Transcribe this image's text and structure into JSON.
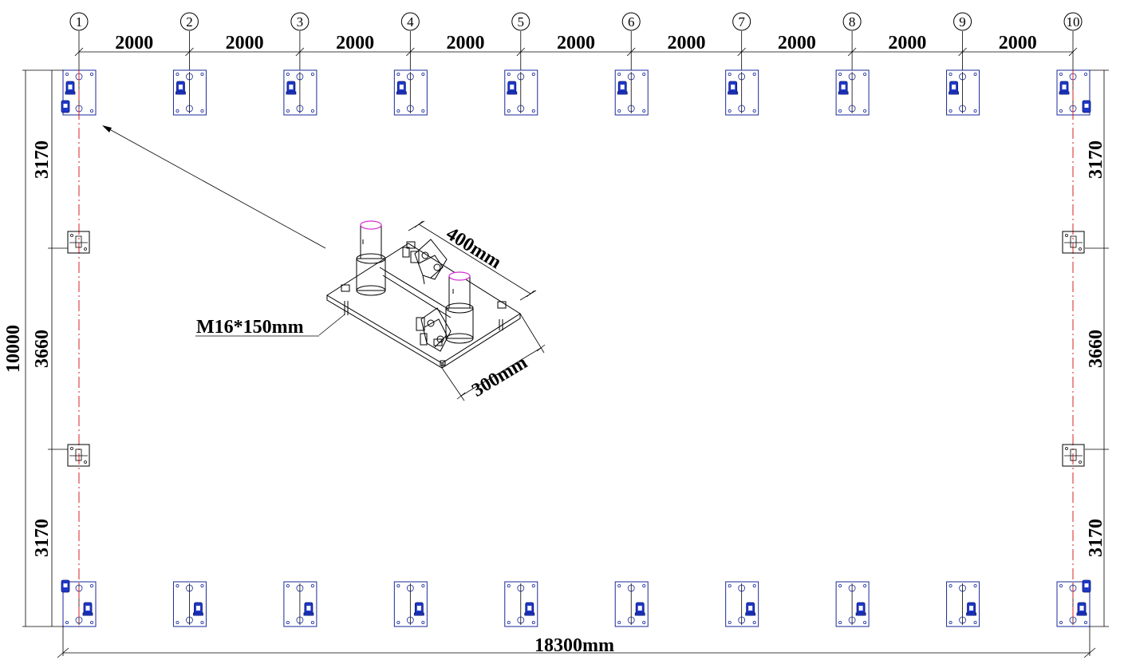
{
  "grid": {
    "labels": [
      "1",
      "2",
      "3",
      "4",
      "5",
      "6",
      "7",
      "8",
      "9",
      "10"
    ]
  },
  "dimensions": {
    "spacing_label": "2000",
    "total_width_label": "18300mm",
    "total_height_label": "10000",
    "side_segments": [
      "3170",
      "3660",
      "3170"
    ]
  },
  "detail": {
    "length_label": "400mm",
    "width_label": "300mm",
    "bolt_label": "M16*150mm"
  },
  "colors": {
    "plate": "#1a2a9a",
    "clamp": "#1f38c8",
    "center_line": "#d42020",
    "pin": "#d62bd6"
  }
}
